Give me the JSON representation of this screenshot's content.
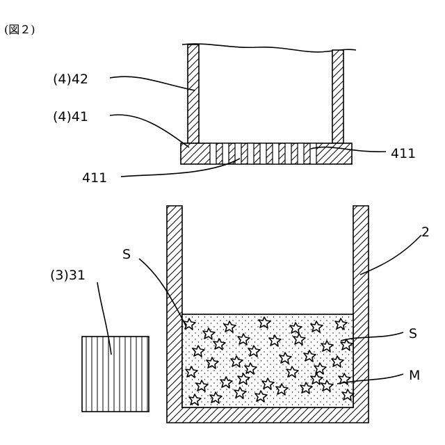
{
  "figure_title": "(図２)",
  "labels": {
    "tube_42": "(4)42",
    "base_41": "(4)41",
    "hole_411_right": "411",
    "hole_411_bottom": "411",
    "container_2": "2",
    "particle_s_left": "S",
    "particle_s_right": "S",
    "medium_m": "M",
    "block_31": "(3)31"
  }
}
